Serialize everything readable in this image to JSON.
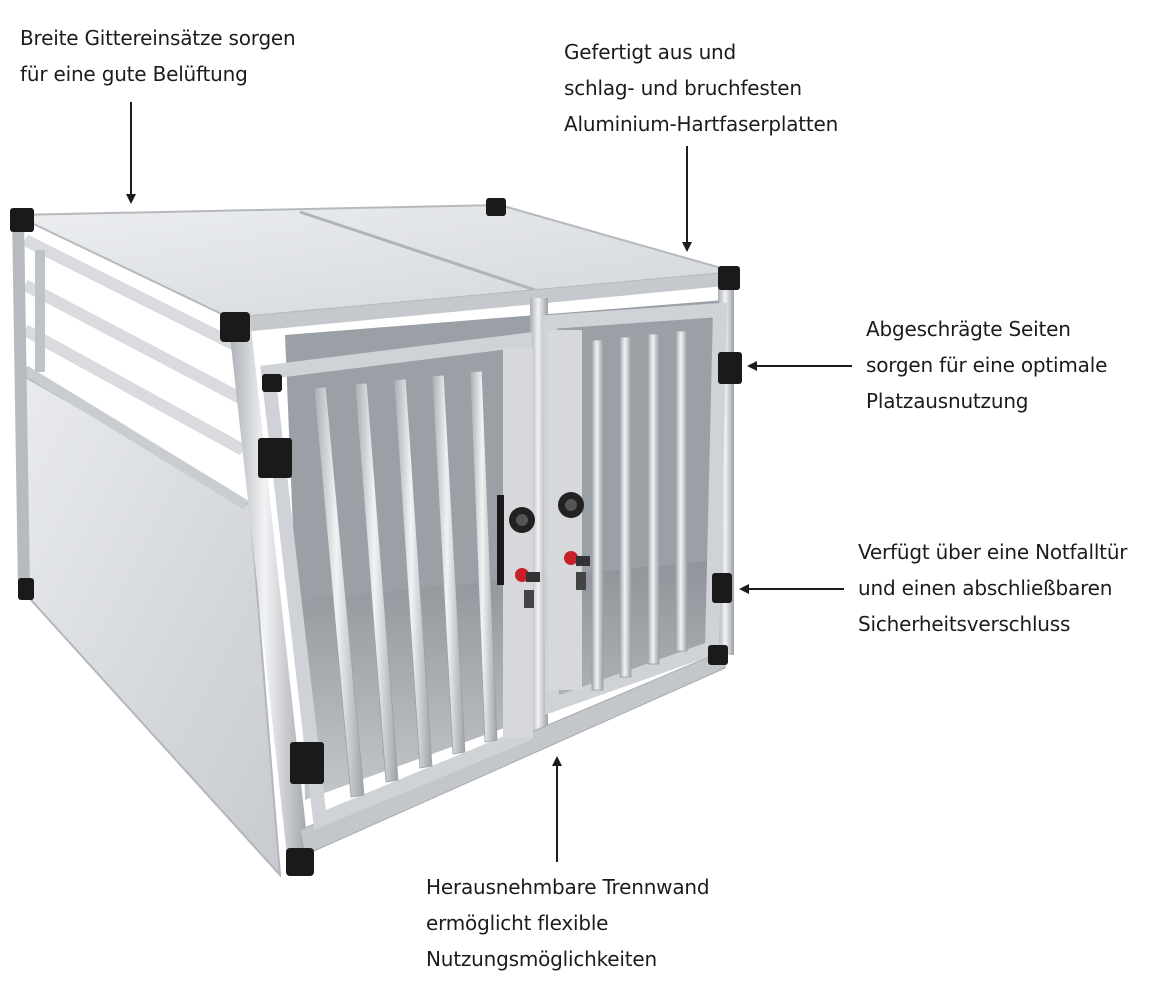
{
  "annotations": {
    "ventilation": [
      "Breite Gittereinsätze sorgen",
      "für eine gute Belüftung"
    ],
    "material": [
      "Gefertigt aus und",
      "schlag- und bruchfesten",
      "Aluminium-Hartfaserplatten"
    ],
    "sides": [
      "Abgeschrägte Seiten",
      "sorgen für eine optimale",
      "Platzausnutzung"
    ],
    "emergency_door": [
      "Verfügt über eine Notfalltür",
      "und einen abschließbaren",
      "Sicherheitsverschluss"
    ],
    "divider": [
      "Herausnehmbare Trennwand",
      "ermöglicht flexible",
      "Nutzungsmöglichkeiten"
    ]
  },
  "colors": {
    "text": "#1c1c1c",
    "aluminium": "#c9ccd0",
    "panel": "#dfe1e4",
    "frame_dark": "#8c9096",
    "corner_black": "#1a1a1a",
    "lock_red": "#c8202a"
  },
  "image": {
    "subject": "aluminium-dog-transport-box"
  }
}
